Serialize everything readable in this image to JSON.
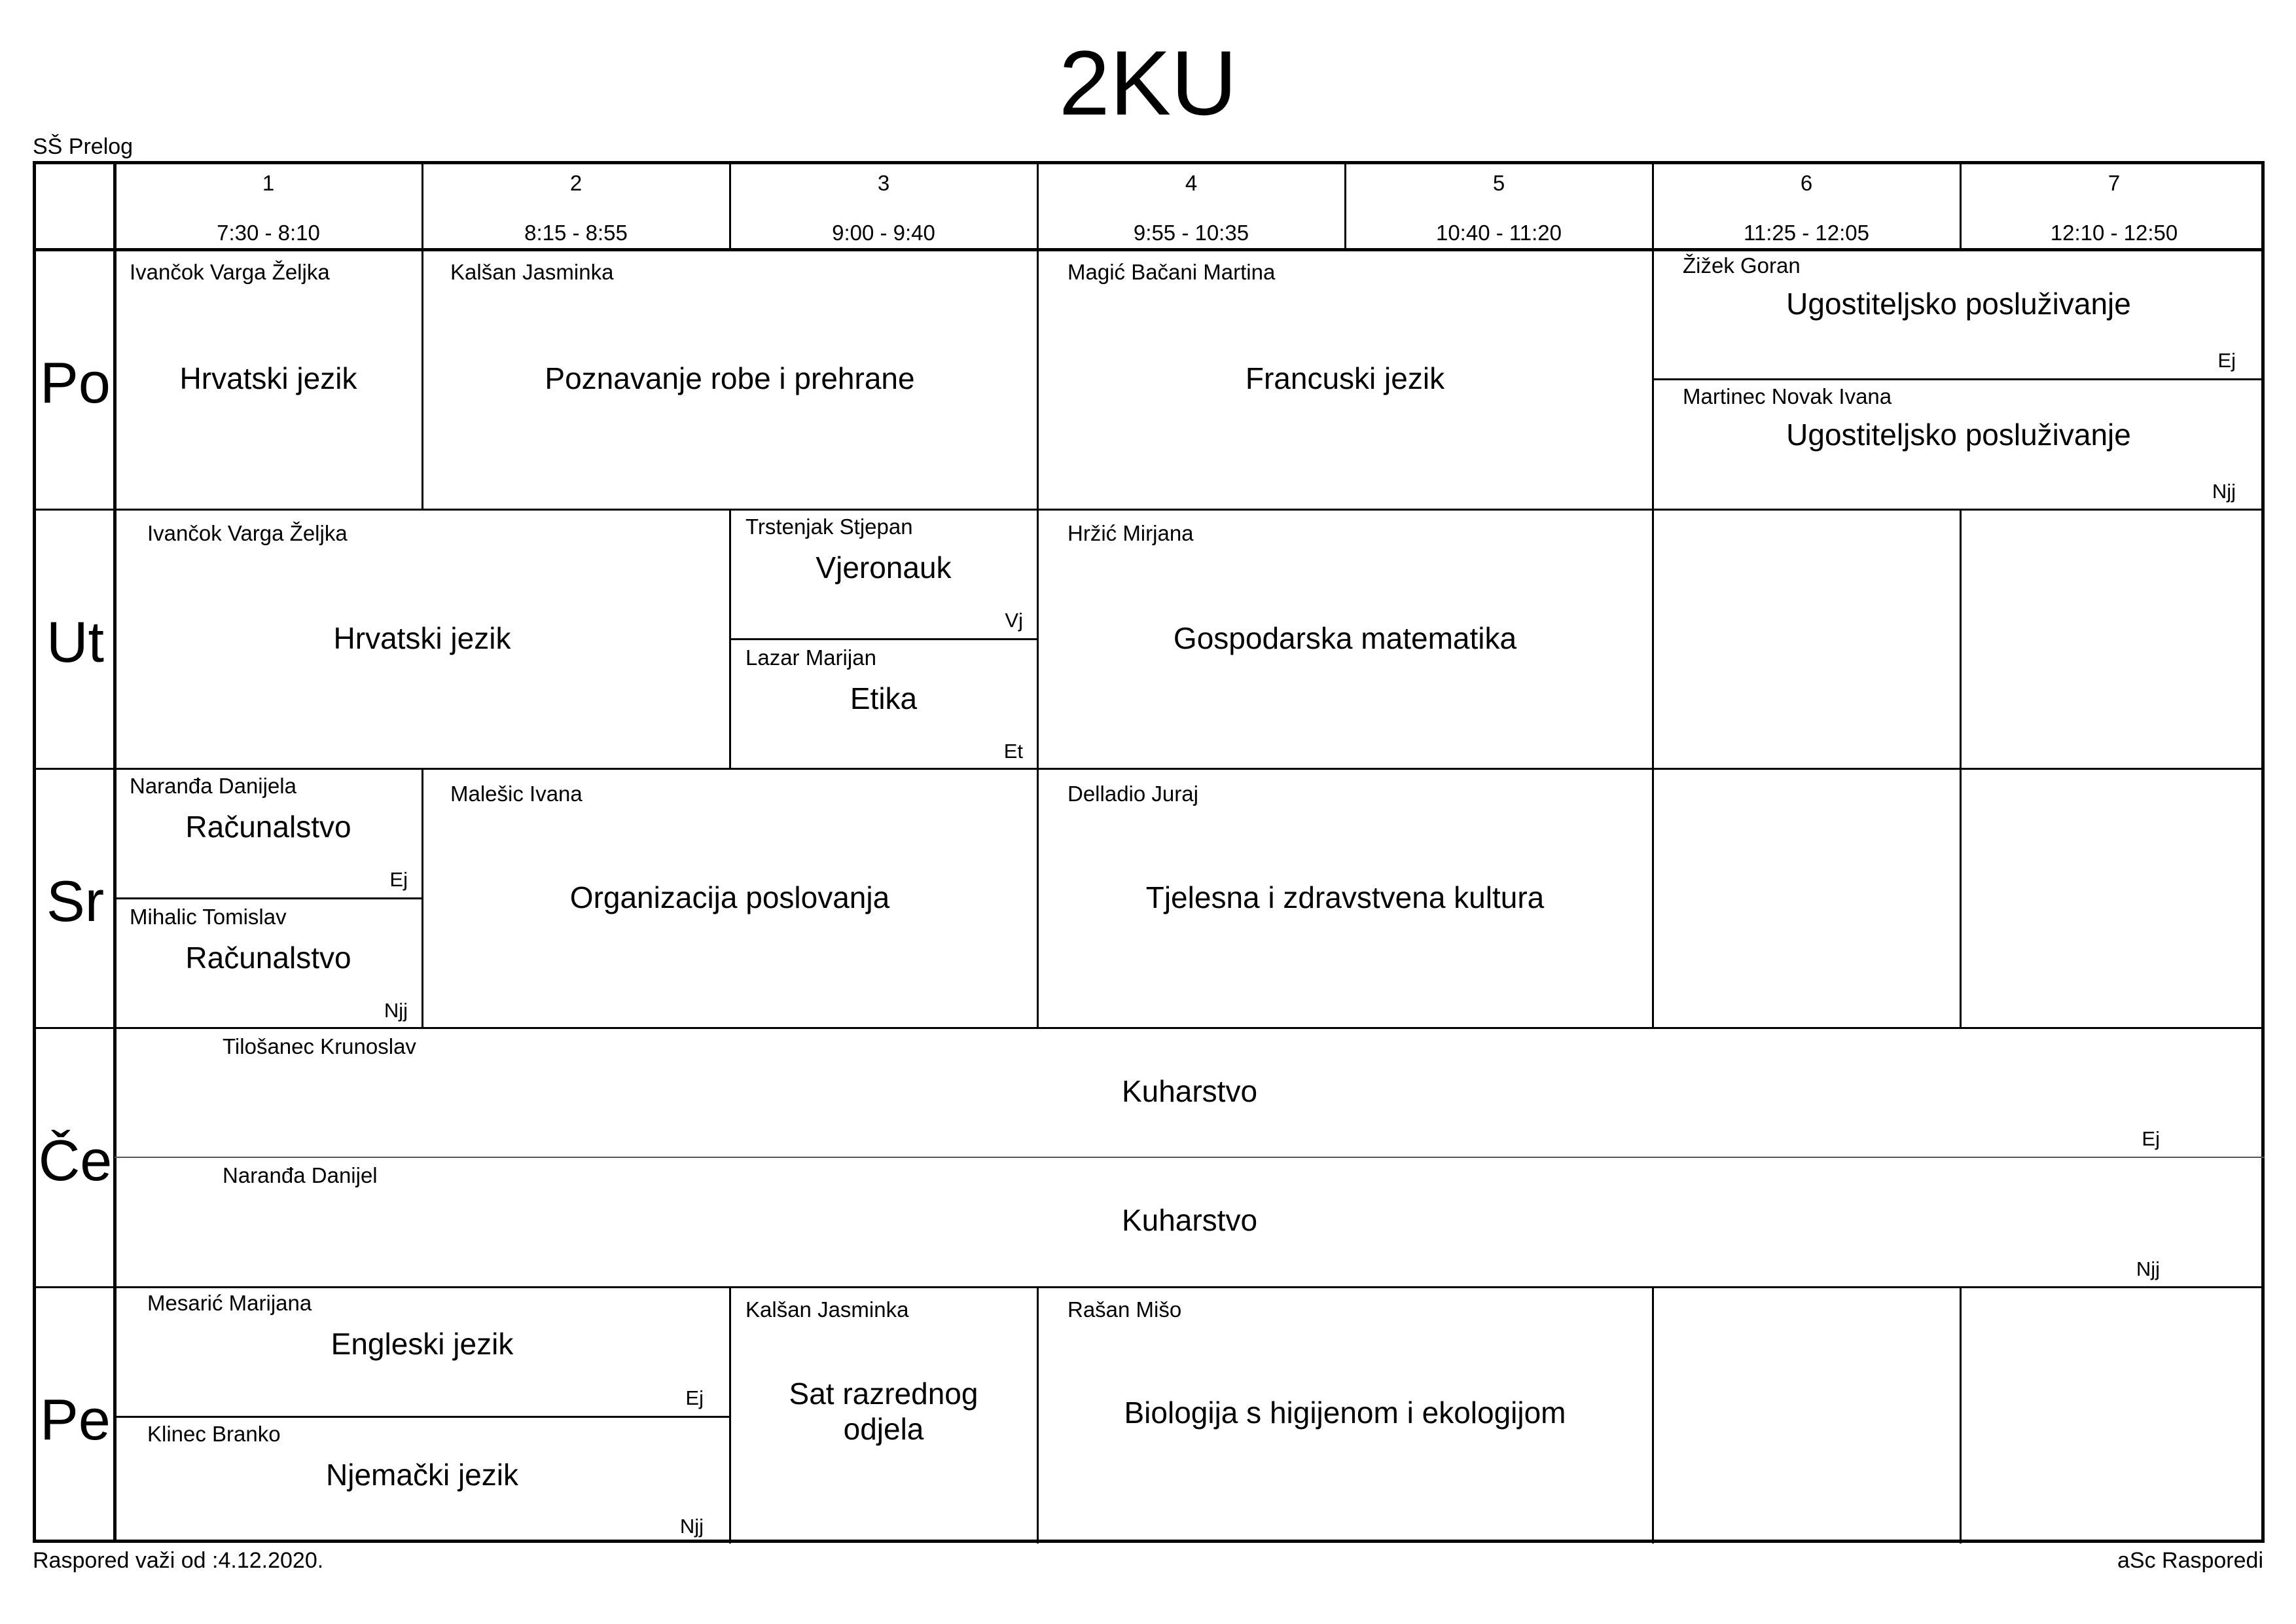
{
  "title": "2KU",
  "school": "SŠ Prelog",
  "footer": {
    "valid_from": "Raspored važi od :4.12.2020.",
    "software": "aSc Rasporedi"
  },
  "periods": [
    {
      "num": "1",
      "time": "7:30 - 8:10"
    },
    {
      "num": "2",
      "time": "8:15 - 8:55"
    },
    {
      "num": "3",
      "time": "9:00 - 9:40"
    },
    {
      "num": "4",
      "time": "9:55 - 10:35"
    },
    {
      "num": "5",
      "time": "10:40 - 11:20"
    },
    {
      "num": "6",
      "time": "11:25 - 12:05"
    },
    {
      "num": "7",
      "time": "12:10 - 12:50"
    }
  ],
  "days": [
    "Po",
    "Ut",
    "Sr",
    "Če",
    "Pe"
  ],
  "lessons": {
    "po_1": {
      "teacher": "Ivančok Varga Željka",
      "subject": "Hrvatski jezik"
    },
    "po_2": {
      "teacher": "Kalšan Jasminka",
      "subject": "Poznavanje robe i prehrane"
    },
    "po_3": {
      "teacher": "Magić Bačani Martina",
      "subject": "Francuski jezik"
    },
    "po_4a": {
      "teacher": "Žižek Goran",
      "subject": "Ugostiteljsko posluživanje",
      "group": "Ej"
    },
    "po_4b": {
      "teacher": "Martinec Novak Ivana",
      "subject": "Ugostiteljsko posluživanje",
      "group": "Njj"
    },
    "ut_1": {
      "teacher": "Ivančok Varga Željka",
      "subject": "Hrvatski jezik"
    },
    "ut_2a": {
      "teacher": "Trstenjak Stjepan",
      "subject": "Vjeronauk",
      "group": "Vj"
    },
    "ut_2b": {
      "teacher": "Lazar Marijan",
      "subject": "Etika",
      "group": "Et"
    },
    "ut_3": {
      "teacher": "Hržić Mirjana",
      "subject": "Gospodarska matematika"
    },
    "sr_1a": {
      "teacher": "Naranđa Danijela",
      "subject": "Računalstvo",
      "group": "Ej"
    },
    "sr_1b": {
      "teacher": "Mihalic Tomislav",
      "subject": "Računalstvo",
      "group": "Njj"
    },
    "sr_2": {
      "teacher": "Malešic Ivana",
      "subject": "Organizacija poslovanja"
    },
    "sr_3": {
      "teacher": "Delladio Juraj",
      "subject": "Tjelesna i zdravstvena kultura"
    },
    "ce_1a": {
      "teacher": "Tilošanec Krunoslav",
      "subject": "Kuharstvo",
      "group": "Ej"
    },
    "ce_1b": {
      "teacher": "Naranđa Danijel",
      "subject": "Kuharstvo",
      "group": "Njj"
    },
    "pe_1a": {
      "teacher": "Mesarić Marijana",
      "subject": "Engleski jezik",
      "group": "Ej"
    },
    "pe_1b": {
      "teacher": "Klinec Branko",
      "subject": "Njemački jezik",
      "group": "Njj"
    },
    "pe_2": {
      "teacher": "Kalšan Jasminka",
      "subject": "Sat razrednog odjela"
    },
    "pe_3": {
      "teacher": "Rašan Mišo",
      "subject": "Biologija s higijenom i ekologijom"
    }
  }
}
